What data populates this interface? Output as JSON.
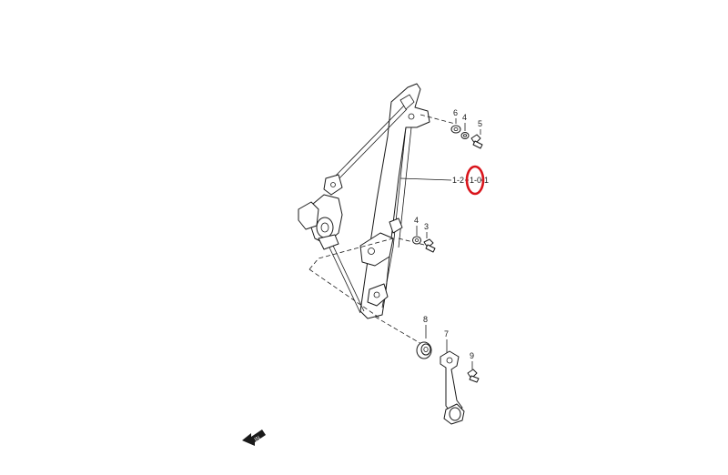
{
  "callouts": {
    "p1": "1",
    "p1_2": "1-2",
    "p1_0": "1-0",
    "p3": "3",
    "p4_upper": "4",
    "p4_lower": "4",
    "p5": "5",
    "p6": "6",
    "p7": "7",
    "p8": "8",
    "p9": "9"
  },
  "direction_marker": {
    "label": "IN",
    "icon": "front-arrow-icon"
  },
  "highlight": {
    "target": "1-0",
    "color": "#d9141b"
  },
  "colors": {
    "line": "#1a1a1a",
    "background": "#ffffff"
  }
}
